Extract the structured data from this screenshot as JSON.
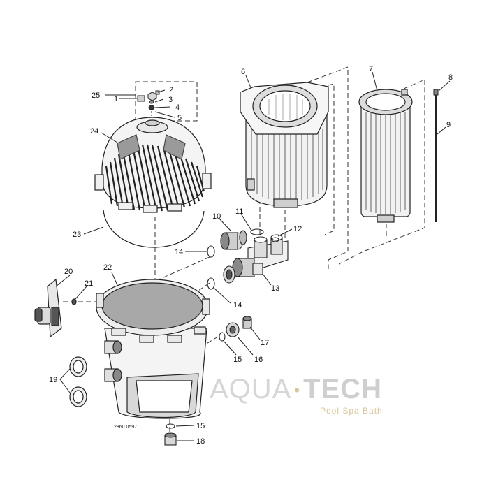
{
  "callouts": {
    "c1": "1",
    "c2": "2",
    "c3": "3",
    "c4": "4",
    "c5": "5",
    "c6": "6",
    "c7": "7",
    "c8": "8",
    "c9": "9",
    "c10": "10",
    "c11": "11",
    "c12": "12",
    "c13": "13",
    "c14a": "14",
    "c14b": "14",
    "c15a": "15",
    "c15b": "15",
    "c16": "16",
    "c17": "17",
    "c18": "18",
    "c19": "19",
    "c20": "20",
    "c21": "21",
    "c22": "22",
    "c23": "23",
    "c24": "24",
    "c25": "25"
  },
  "drawing_code": "2860 0597",
  "watermark": {
    "word1": "AQUA",
    "separator": "•",
    "word2": "TECH",
    "tagline": "Pool Spa Bath"
  },
  "colors": {
    "line": "#222222",
    "part_fill": "#f2f2f2",
    "shade": "#9a9a9a",
    "dark": "#555555"
  }
}
